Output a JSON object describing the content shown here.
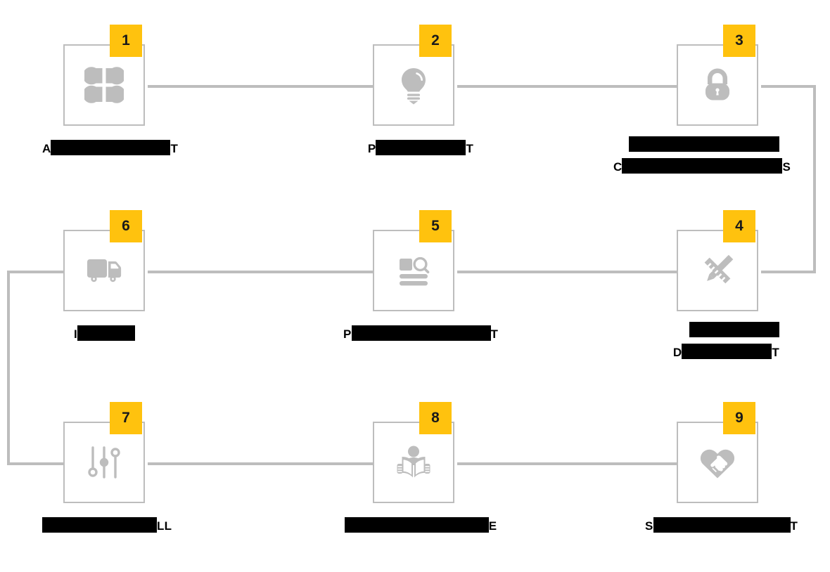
{
  "diagram": {
    "title": "Numbered process flow diagram",
    "type": "serpentine-process-flow",
    "rows": 3,
    "columns": 3,
    "colors": {
      "badge_background": "#FFC20E",
      "badge_text": "#1A1A1A",
      "box_border": "#BDBDBD",
      "connector": "#BDBDBD",
      "icon_fill": "#BDBDBD",
      "label_text": "#000000",
      "canvas_background": "#FFFFFF",
      "redaction": "#000000"
    }
  },
  "nodes": [
    {
      "number": "1",
      "icon": "four-petal-clover-icon",
      "label_lines": [
        {
          "prefix": "A",
          "redacted_width": 170,
          "suffix": "T"
        }
      ],
      "align": "left"
    },
    {
      "number": "2",
      "icon": "lightbulb-icon",
      "label_lines": [
        {
          "prefix": "P",
          "redacted_width": 128,
          "suffix": "T"
        }
      ],
      "align": "center"
    },
    {
      "number": "3",
      "icon": "padlock-icon",
      "label_lines": [
        {
          "prefix": "",
          "redacted_width": 214,
          "suffix": ""
        },
        {
          "prefix": "C",
          "redacted_width": 228,
          "suffix": "S"
        }
      ],
      "align": "right"
    },
    {
      "number": "4",
      "icon": "pencil-ruler-icon",
      "label_lines": [
        {
          "prefix": "",
          "redacted_width": 128,
          "suffix": ""
        },
        {
          "prefix": "D",
          "redacted_width": 128,
          "suffix": "T"
        }
      ],
      "align": "right"
    },
    {
      "number": "5",
      "icon": "document-search-icon",
      "label_lines": [
        {
          "prefix": "P",
          "redacted_width": 198,
          "suffix": "T"
        }
      ],
      "align": "center"
    },
    {
      "number": "6",
      "icon": "delivery-truck-icon",
      "label_lines": [
        {
          "prefix": "I",
          "redacted_width": 82,
          "suffix": ""
        }
      ],
      "align": "left"
    },
    {
      "number": "7",
      "icon": "sliders-icon",
      "label_lines": [
        {
          "prefix": "",
          "redacted_width": 163,
          "suffix": "LL"
        }
      ],
      "align": "left"
    },
    {
      "number": "8",
      "icon": "person-reading-book-icon",
      "label_lines": [
        {
          "prefix": "",
          "redacted_width": 205,
          "suffix": "E"
        }
      ],
      "align": "center"
    },
    {
      "number": "9",
      "icon": "handshake-heart-icon",
      "label_lines": [
        {
          "prefix": "S",
          "redacted_width": 195,
          "suffix": "T"
        }
      ],
      "align": "left"
    }
  ],
  "connectors": [
    {
      "name": "connector-1-to-2",
      "orientation": "horizontal"
    },
    {
      "name": "connector-2-to-3",
      "orientation": "horizontal"
    },
    {
      "name": "connector-3-to-4-right-wrap",
      "orientation": "elbow-right"
    },
    {
      "name": "connector-4-to-5",
      "orientation": "horizontal"
    },
    {
      "name": "connector-5-to-6",
      "orientation": "horizontal"
    },
    {
      "name": "connector-6-to-7-left-wrap",
      "orientation": "elbow-left"
    },
    {
      "name": "connector-7-to-8",
      "orientation": "horizontal"
    },
    {
      "name": "connector-8-to-9",
      "orientation": "horizontal"
    }
  ]
}
